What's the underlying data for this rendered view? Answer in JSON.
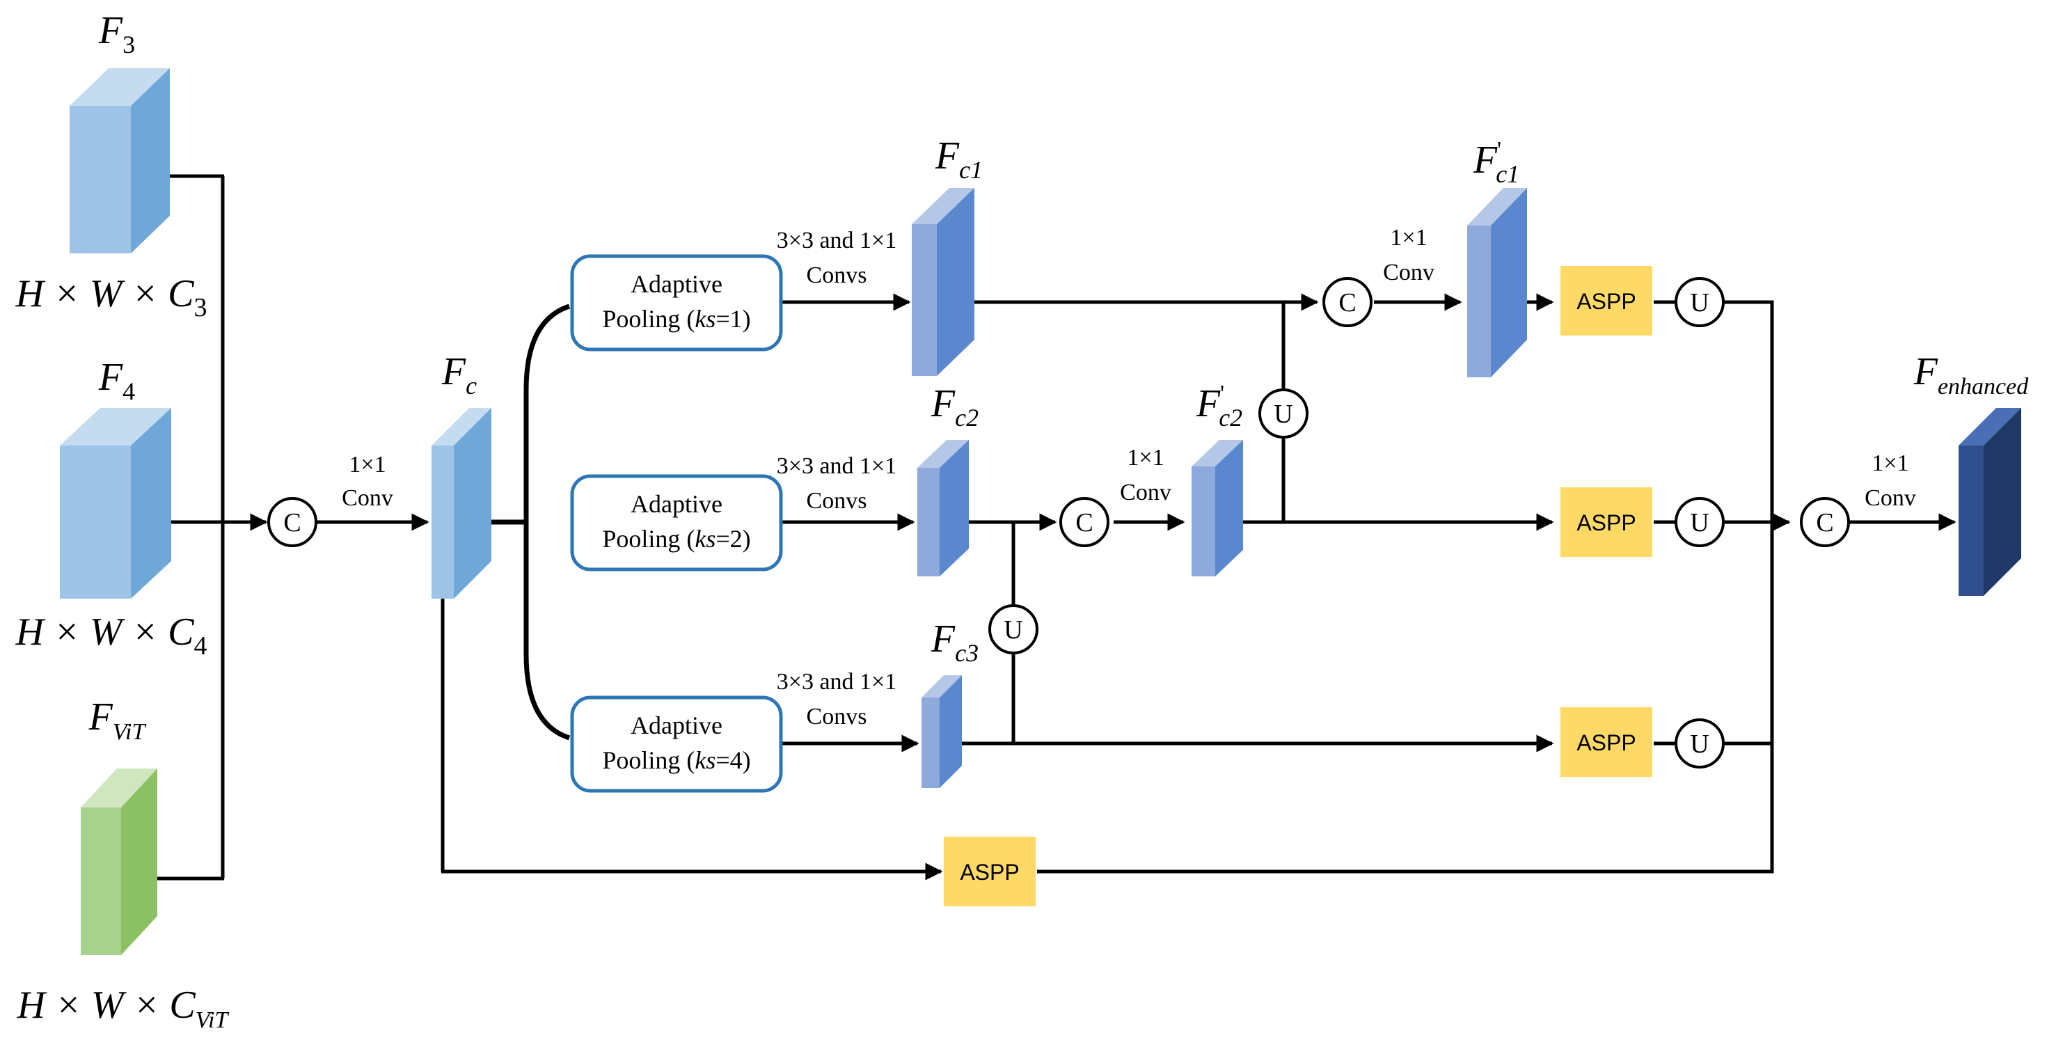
{
  "colors": {
    "light_blue_front": "#9dc3e6",
    "light_blue_top": "#c5dcf0",
    "light_blue_side": "#6fa7d8",
    "mid_blue_front": "#8ea9db",
    "mid_blue_top": "#b4c7e7",
    "mid_blue_side": "#5b87cf",
    "green_front": "#a9d18e",
    "green_top": "#cfe6bf",
    "green_side": "#8bc063",
    "dark_blue_front": "#2f4f8f",
    "dark_blue_top": "#4a6fb5",
    "dark_blue_side": "#1f3868",
    "aspp_fill": "#ffd966",
    "pool_border": "#2e75b6"
  },
  "inputs": {
    "f3": {
      "name": "F",
      "sub": "3",
      "shape": {
        "pre": "H × W × C",
        "sub": "3"
      }
    },
    "f4": {
      "name": "F",
      "sub": "4",
      "shape": {
        "pre": "H × W × C",
        "sub": "4"
      }
    },
    "fvit": {
      "name": "F",
      "sub": "ViT",
      "shape": {
        "pre": "H × W × C",
        "sub": "ViT"
      }
    }
  },
  "fc": {
    "name": "F",
    "sub": "c"
  },
  "pooling": [
    {
      "line1": "Adaptive",
      "line2_pre": "Pooling (",
      "ks_label": "ks",
      "ks_value": "=1)"
    },
    {
      "line1": "Adaptive",
      "line2_pre": "Pooling (",
      "ks_label": "ks",
      "ks_value": "=2)"
    },
    {
      "line1": "Adaptive",
      "line2_pre": "Pooling (",
      "ks_label": "ks",
      "ks_value": "=4)"
    }
  ],
  "branch_features": [
    {
      "name": "F",
      "sub": "c1"
    },
    {
      "name": "F",
      "sub": "c2"
    },
    {
      "name": "F",
      "sub": "c3"
    }
  ],
  "refined_features": [
    {
      "name": "F",
      "prime": "'",
      "sub": "c1"
    },
    {
      "name": "F",
      "prime": "'",
      "sub": "c2"
    }
  ],
  "output": {
    "name": "F",
    "sub": "enhanced"
  },
  "labels": {
    "convs_line1": "3×3 and 1×1",
    "convs_line2": "Convs",
    "conv1x1_line1": "1×1",
    "conv1x1_line2": "Conv",
    "concat": "C",
    "upsample": "U",
    "aspp": "ASPP"
  }
}
